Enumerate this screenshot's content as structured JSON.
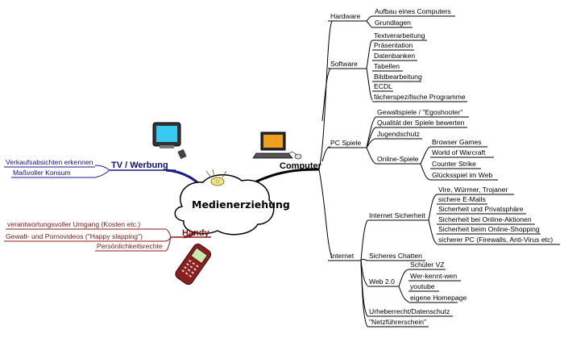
{
  "center": {
    "title": "Medienerziehung"
  },
  "branches": {
    "computer": {
      "label": "Computer",
      "hardware": {
        "label": "Hardware",
        "items": [
          "Aufbau eines Computers",
          "Grundlagen"
        ]
      },
      "software": {
        "label": "Software",
        "items": [
          "Textverarbeitung",
          "Präsentation",
          "Datenbanken",
          "Tabellen",
          "Bildbearbeitung",
          "ECDL",
          "fächerspezifische Programme"
        ]
      },
      "pc_spiele": {
        "label": "PC Spiele",
        "items": [
          "Gewaltspiele / \"Egoshooter\"",
          "Qualität der Spiele bewerten",
          "Jugendschutz"
        ],
        "online": {
          "label": "Online-Spiele",
          "items": [
            "Browser Games",
            "World of Warcraft",
            "Counter Strike",
            "Glücksspiel im Web"
          ]
        }
      },
      "internet": {
        "label": "Internet",
        "sicherheit": {
          "label": "Internet Sicherheit",
          "items": [
            "Vire, Würmer, Trojaner",
            "sichere E-Mails",
            "Sicherheit und Privatsphäre",
            "Sicherheit bei Online-Aktionen",
            "Sicherheit beim Online-Shopping",
            "sicherer PC (Firewalls, Anti-Virus etc)"
          ]
        },
        "chatten": "Sicheres Chatten",
        "web20": {
          "label": "Web 2.0",
          "items": [
            "Schüler VZ",
            "Wer-kennt-wen",
            "youtube",
            "eigene Homepage"
          ]
        },
        "urheberrecht": "Urheberrecht/Datenschutz",
        "netzfuehrerschein": "\"Netzführerschein\""
      }
    },
    "tv": {
      "label": "TV / Werbung",
      "items": [
        "Verkaufsabsichten erkennen",
        "Maßvoller Konsum"
      ]
    },
    "handy": {
      "label": "Handy",
      "items": [
        "verantwortungsvoller Umgang (Kosten etc.)",
        "Gewalt- und Pornovideos (\"Happy slapping\")",
        "Persönlichkeitsrechte"
      ]
    }
  },
  "colors": {
    "computer": "#000000",
    "tv": "#1a1a8c",
    "handy": "#8b1a1a",
    "tv_screen": "#38c8f0",
    "phone_body": "#8a1f1f"
  },
  "icons": [
    "cd-icon",
    "tv-icon",
    "laptop-icon",
    "mobile-phone-icon"
  ]
}
